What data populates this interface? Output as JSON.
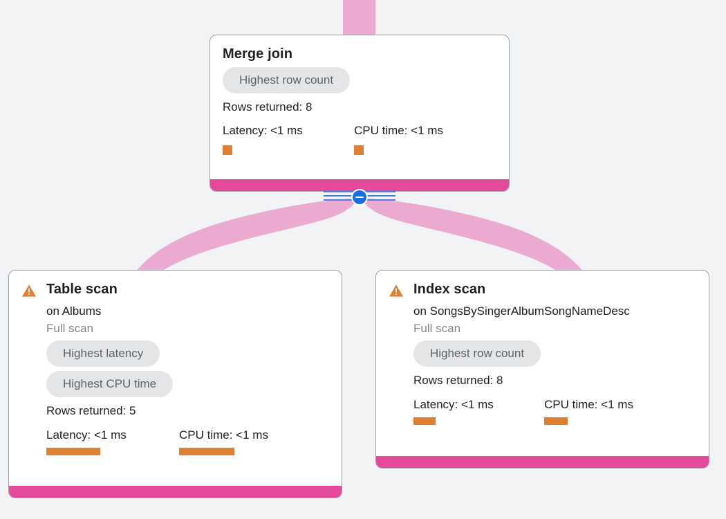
{
  "theme": {
    "page_background": "#f1f3f4",
    "card_background": "#ffffff",
    "card_border": "#9aa0a6",
    "footer_bar_color": "#e5499b",
    "edge_ribbon_color": "#ebabd0",
    "metric_bar_color": "#dd8033",
    "chip_background": "#e4e5e6",
    "chip_text": "#5f6368",
    "muted_text": "#80868b",
    "primary_text": "#202124",
    "toggle_color": "#1a6fe0",
    "warning_icon_color": "#dd8033"
  },
  "diagram": {
    "type": "query-execution-plan",
    "collapse_toggle": {
      "icon": "minus-icon",
      "state": "expanded",
      "label": "Collapse node"
    },
    "edges": [
      {
        "from": "merge-join",
        "to": "parent",
        "style": "ribbon",
        "direction": "up"
      },
      {
        "from": "merge-join",
        "to": "table-scan",
        "style": "ribbon",
        "direction": "down-left"
      },
      {
        "from": "merge-join",
        "to": "index-scan",
        "style": "ribbon",
        "direction": "down-right"
      }
    ]
  },
  "nodes": {
    "merge_join": {
      "id": "merge-join",
      "title": "Merge join",
      "subtitle": "",
      "scan_type": "",
      "has_warning": false,
      "chips": [
        "Highest row count"
      ],
      "rows_returned_label": "Rows returned: 8",
      "metrics": [
        {
          "name": "latency",
          "label": "Latency: <1 ms",
          "bar": "square"
        },
        {
          "name": "cpu-time",
          "label": "CPU time: <1 ms",
          "bar": "square"
        }
      ]
    },
    "table_scan": {
      "id": "table-scan",
      "title": "Table scan",
      "subtitle": "on Albums",
      "scan_type": "Full scan",
      "has_warning": true,
      "warning_icon": "warning-triangle-icon",
      "chips": [
        "Highest latency",
        "Highest CPU time"
      ],
      "rows_returned_label": "Rows returned: 5",
      "metrics": [
        {
          "name": "latency",
          "label": "Latency: <1 ms",
          "bar": "wide"
        },
        {
          "name": "cpu-time",
          "label": "CPU time: <1 ms",
          "bar": "wide"
        }
      ]
    },
    "index_scan": {
      "id": "index-scan",
      "title": "Index scan",
      "subtitle": "on SongsBySingerAlbumSongNameDesc",
      "scan_type": "Full scan",
      "has_warning": true,
      "warning_icon": "warning-triangle-icon",
      "chips": [
        "Highest row count"
      ],
      "rows_returned_label": "Rows returned: 8",
      "metrics": [
        {
          "name": "latency",
          "label": "Latency: <1 ms",
          "bar": "narrow"
        },
        {
          "name": "cpu-time",
          "label": "CPU time: <1 ms",
          "bar": "narrow"
        }
      ]
    }
  }
}
